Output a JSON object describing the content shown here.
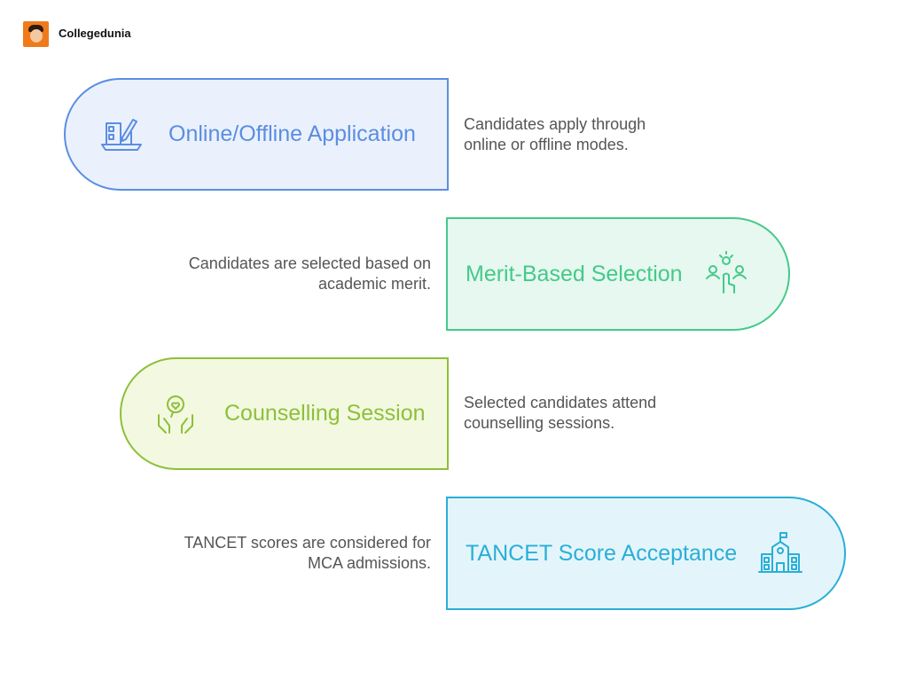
{
  "brand": {
    "name": "Collegedunia"
  },
  "steps": [
    {
      "title": "Online/Offline Application",
      "description": "Candidates apply through online or offline modes.",
      "icon": "laptop-pencil-icon",
      "stroke": "#5b8ee0",
      "fill": "#eaf1fd"
    },
    {
      "title": "Merit-Based Selection",
      "description": "Candidates are selected based on academic merit.",
      "icon": "people-selection-icon",
      "stroke": "#45c98a",
      "fill": "#e6f8ef"
    },
    {
      "title": "Counselling Session",
      "description": "Selected candidates attend counselling sessions.",
      "icon": "hands-heart-icon",
      "stroke": "#8fbf3a",
      "fill": "#f2f9e0"
    },
    {
      "title": "TANCET Score Acceptance",
      "description": "TANCET scores are considered for MCA admissions.",
      "icon": "school-building-icon",
      "stroke": "#2aaed8",
      "fill": "#e3f5fb"
    }
  ]
}
